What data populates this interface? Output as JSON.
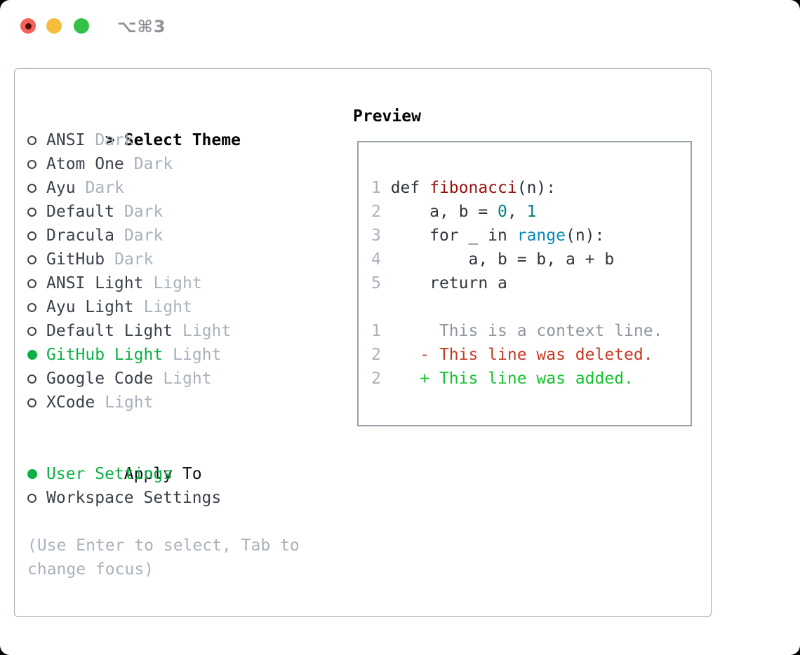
{
  "window": {
    "title": "⌥⌘3"
  },
  "colors": {
    "traffic_red": "#f4605a",
    "traffic_red_dot": "#4f0b04",
    "traffic_yellow": "#f5bd3e",
    "traffic_green": "#33c148",
    "titlebar_text": "#8f9297",
    "panel_border": "#a4abb4",
    "box_border": "#99a1ab",
    "item_text": "#3a4149",
    "muted": "#a9b1bb",
    "radio_ring": "#3f464e",
    "select_green": "#0cb044",
    "code_default": "#2f353c",
    "code_title": "#9a1111",
    "code_number": "#008080",
    "code_builtin": "#0a87b8",
    "line_number": "#a9b1bb",
    "diff_context": "#90979f",
    "diff_deleted": "#c53a24",
    "diff_added": "#13c32e"
  },
  "theme_picker": {
    "pointer": ">",
    "title": "Select Theme",
    "items": [
      {
        "name": "ANSI",
        "variant": "Dark",
        "selected": false
      },
      {
        "name": "Atom One",
        "variant": "Dark",
        "selected": false
      },
      {
        "name": "Ayu",
        "variant": "Dark",
        "selected": false
      },
      {
        "name": "Default",
        "variant": "Dark",
        "selected": false
      },
      {
        "name": "Dracula",
        "variant": "Dark",
        "selected": false
      },
      {
        "name": "GitHub",
        "variant": "Dark",
        "selected": false
      },
      {
        "name": "ANSI Light",
        "variant": "Light",
        "selected": false
      },
      {
        "name": "Ayu Light",
        "variant": "Light",
        "selected": false
      },
      {
        "name": "Default Light",
        "variant": "Light",
        "selected": false
      },
      {
        "name": "GitHub Light",
        "variant": "Light",
        "selected": true
      },
      {
        "name": "Google Code",
        "variant": "Light",
        "selected": false
      },
      {
        "name": "XCode",
        "variant": "Light",
        "selected": false
      }
    ]
  },
  "apply_to": {
    "title": "Apply To",
    "options": [
      {
        "label": "User Settings",
        "selected": true
      },
      {
        "label": "Workspace Settings",
        "selected": false
      }
    ]
  },
  "hint": "(Use Enter to select, Tab to change focus)",
  "preview": {
    "title": "Preview",
    "code_lines": [
      {
        "num": "1",
        "tokens": [
          {
            "t": "def ",
            "c": "code"
          },
          {
            "t": "fibonacci",
            "c": "title"
          },
          {
            "t": "(n):",
            "c": "code"
          }
        ]
      },
      {
        "num": "2",
        "tokens": [
          {
            "t": "    a, b = ",
            "c": "code"
          },
          {
            "t": "0",
            "c": "number"
          },
          {
            "t": ", ",
            "c": "code"
          },
          {
            "t": "1",
            "c": "number"
          }
        ]
      },
      {
        "num": "3",
        "tokens": [
          {
            "t": "    for _ in ",
            "c": "code"
          },
          {
            "t": "range",
            "c": "builtin"
          },
          {
            "t": "(n):",
            "c": "code"
          }
        ]
      },
      {
        "num": "4",
        "tokens": [
          {
            "t": "        a, b = b, a + b",
            "c": "code"
          }
        ]
      },
      {
        "num": "5",
        "tokens": [
          {
            "t": "    return a",
            "c": "code"
          }
        ]
      },
      {
        "num": "",
        "tokens": []
      },
      {
        "num": "1",
        "tokens": [
          {
            "t": "     This is a context line.",
            "c": "context"
          }
        ]
      },
      {
        "num": "2",
        "tokens": [
          {
            "t": "   - This line was deleted.",
            "c": "deleted"
          }
        ]
      },
      {
        "num": "2",
        "tokens": [
          {
            "t": "   + This line was added.",
            "c": "added"
          }
        ]
      }
    ]
  }
}
